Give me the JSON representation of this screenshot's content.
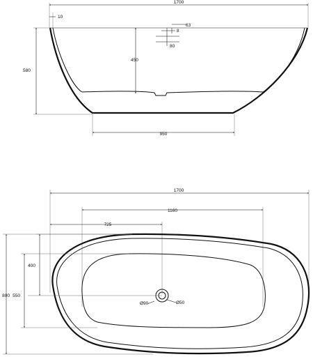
{
  "side_view": {
    "overall_length": "1700",
    "rim_thickness": "10",
    "overflow_offset": "63",
    "overflow_size": "8",
    "overflow_height": "80",
    "inner_depth": "450",
    "total_height": "580",
    "base_width": "950"
  },
  "top_view": {
    "overall_length": "1700",
    "inner_length": "1160",
    "drain_offset_x": "725",
    "drain_offset_y": "400",
    "inner_width": "550",
    "overall_width": "800",
    "drain_outer_dia": "Ø90",
    "drain_inner_dia": "Ø50"
  }
}
